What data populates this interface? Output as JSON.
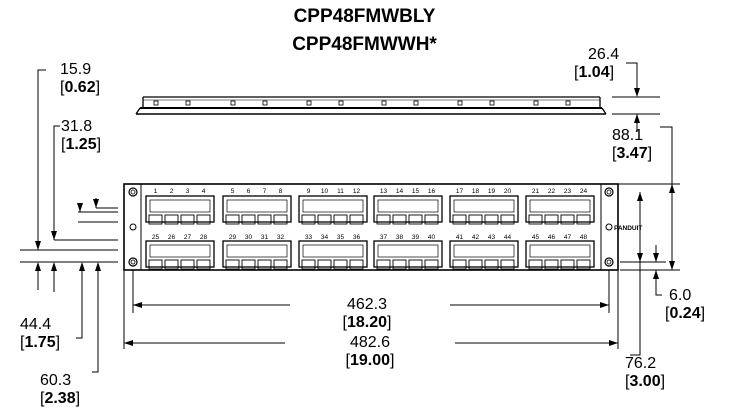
{
  "titles": [
    "CPP48FMWBLY",
    "CPP48FMWWH*"
  ],
  "brand_label": "PANDUIT",
  "dimensions": {
    "d_15_9": {
      "mm": "15.9",
      "inch": "0.62"
    },
    "d_31_8": {
      "mm": "31.8",
      "inch": "1.25"
    },
    "d_26_4": {
      "mm": "26.4",
      "inch": "1.04"
    },
    "d_88_1": {
      "mm": "88.1",
      "inch": "3.47"
    },
    "d_6_0": {
      "mm": "6.0",
      "inch": "0.24"
    },
    "d_76_2": {
      "mm": "76.2",
      "inch": "3.00"
    },
    "d_44_4": {
      "mm": "44.4",
      "inch": "1.75"
    },
    "d_60_3": {
      "mm": "60.3",
      "inch": "2.38"
    },
    "d_462_3": {
      "mm": "462.3",
      "inch": "18.20"
    },
    "d_482_6": {
      "mm": "482.6",
      "inch": "19.00"
    }
  },
  "port_numbers": {
    "top_row": [
      "1",
      "2",
      "3",
      "4",
      "5",
      "6",
      "7",
      "8",
      "9",
      "10",
      "11",
      "12",
      "13",
      "14",
      "15",
      "16",
      "17",
      "18",
      "19",
      "20",
      "21",
      "22",
      "23",
      "24"
    ],
    "bottom_row": [
      "25",
      "26",
      "27",
      "28",
      "29",
      "30",
      "31",
      "32",
      "33",
      "34",
      "35",
      "36",
      "37",
      "38",
      "39",
      "40",
      "41",
      "42",
      "43",
      "44",
      "45",
      "46",
      "47",
      "48"
    ]
  }
}
